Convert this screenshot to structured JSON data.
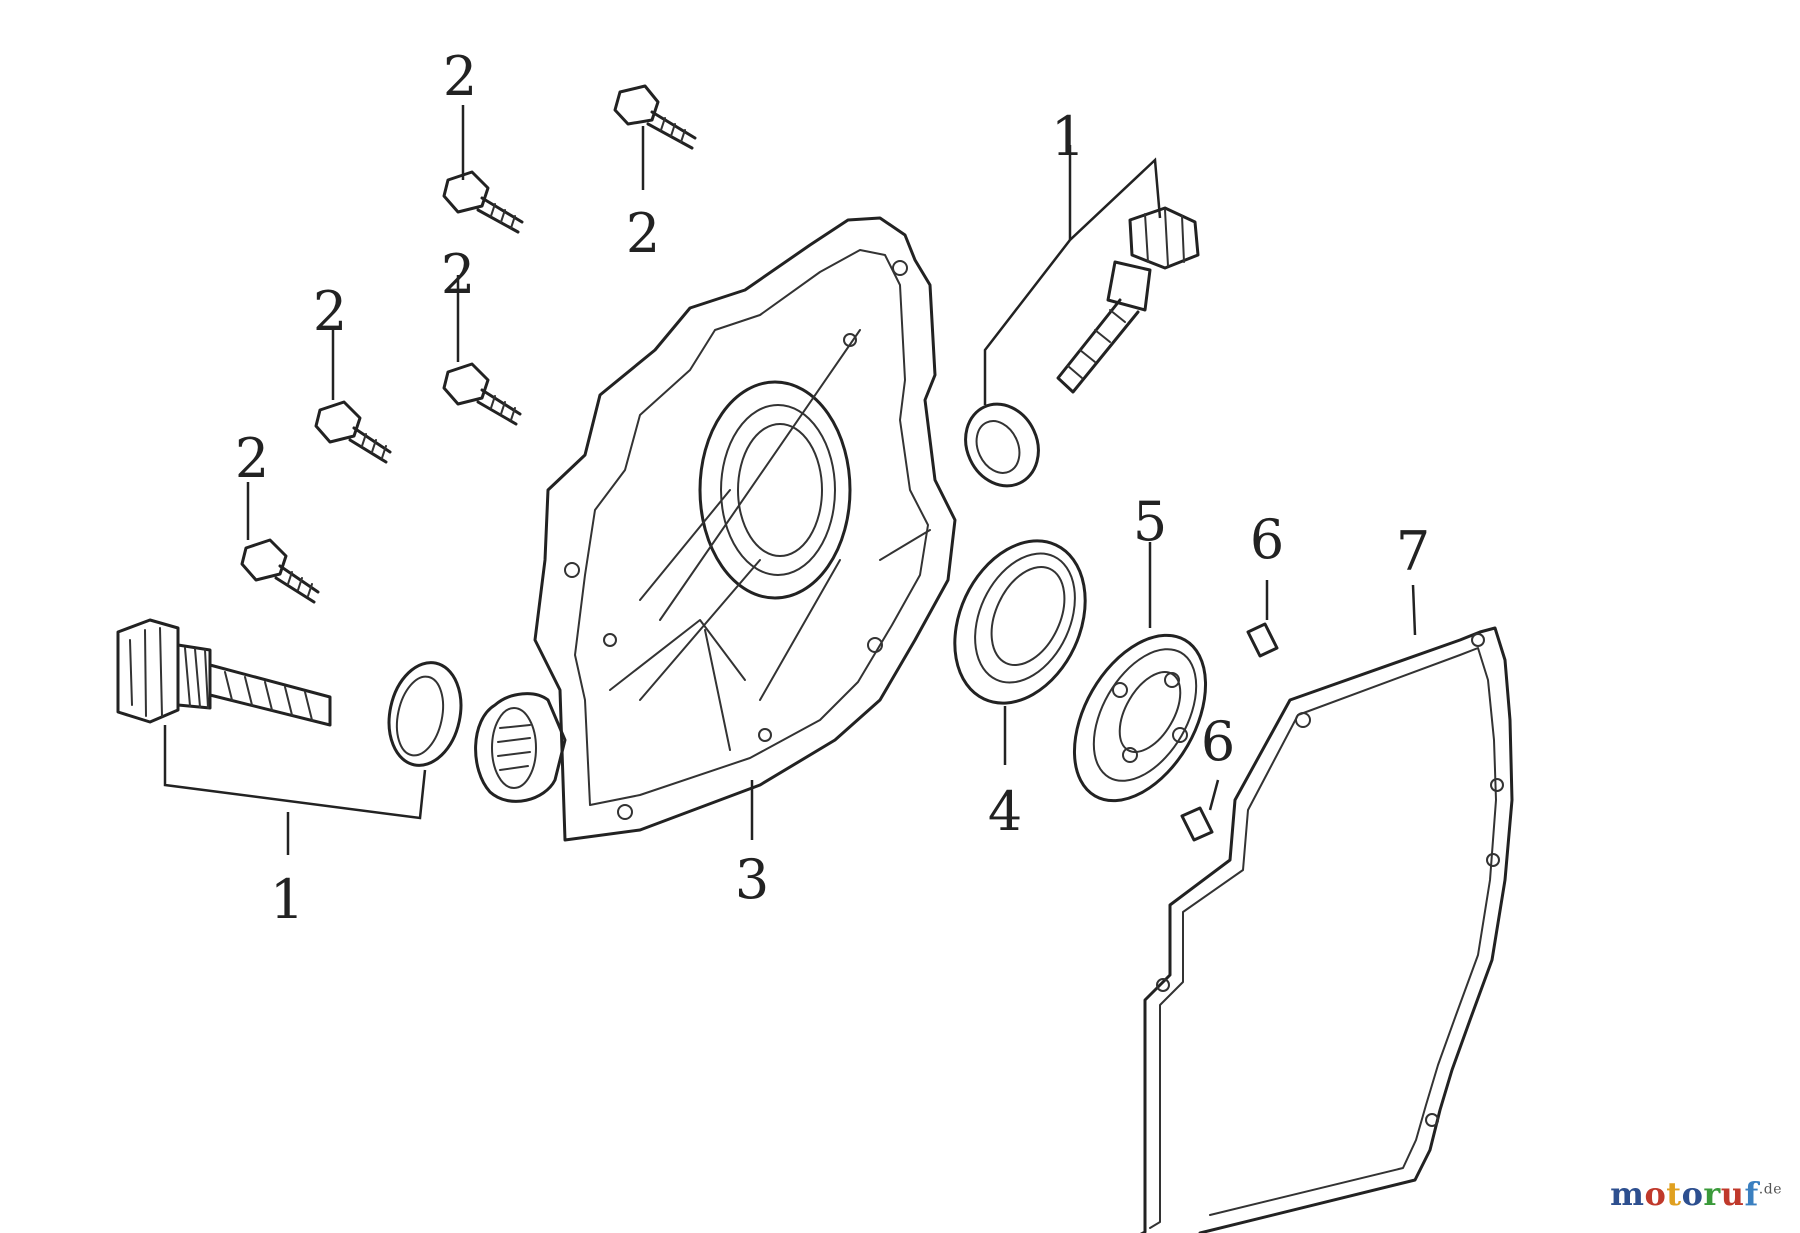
{
  "callouts": {
    "c1_left": "1",
    "c1_right": "1",
    "c2_a": "2",
    "c2_b": "2",
    "c2_c": "2",
    "c2_d": "2",
    "c2_e": "2",
    "c3": "3",
    "c4": "4",
    "c5": "5",
    "c6_a": "6",
    "c6_b": "6",
    "c7": "7"
  },
  "watermark": {
    "parts": [
      "m",
      "o",
      "t",
      "o",
      "r",
      "u",
      "f"
    ],
    "colors": [
      "#2d4f8f",
      "#c0392b",
      "#e0a020",
      "#2d4f8f",
      "#3a9a3a",
      "#c0392b",
      "#3a7fc0"
    ],
    "suffix": ".de"
  }
}
